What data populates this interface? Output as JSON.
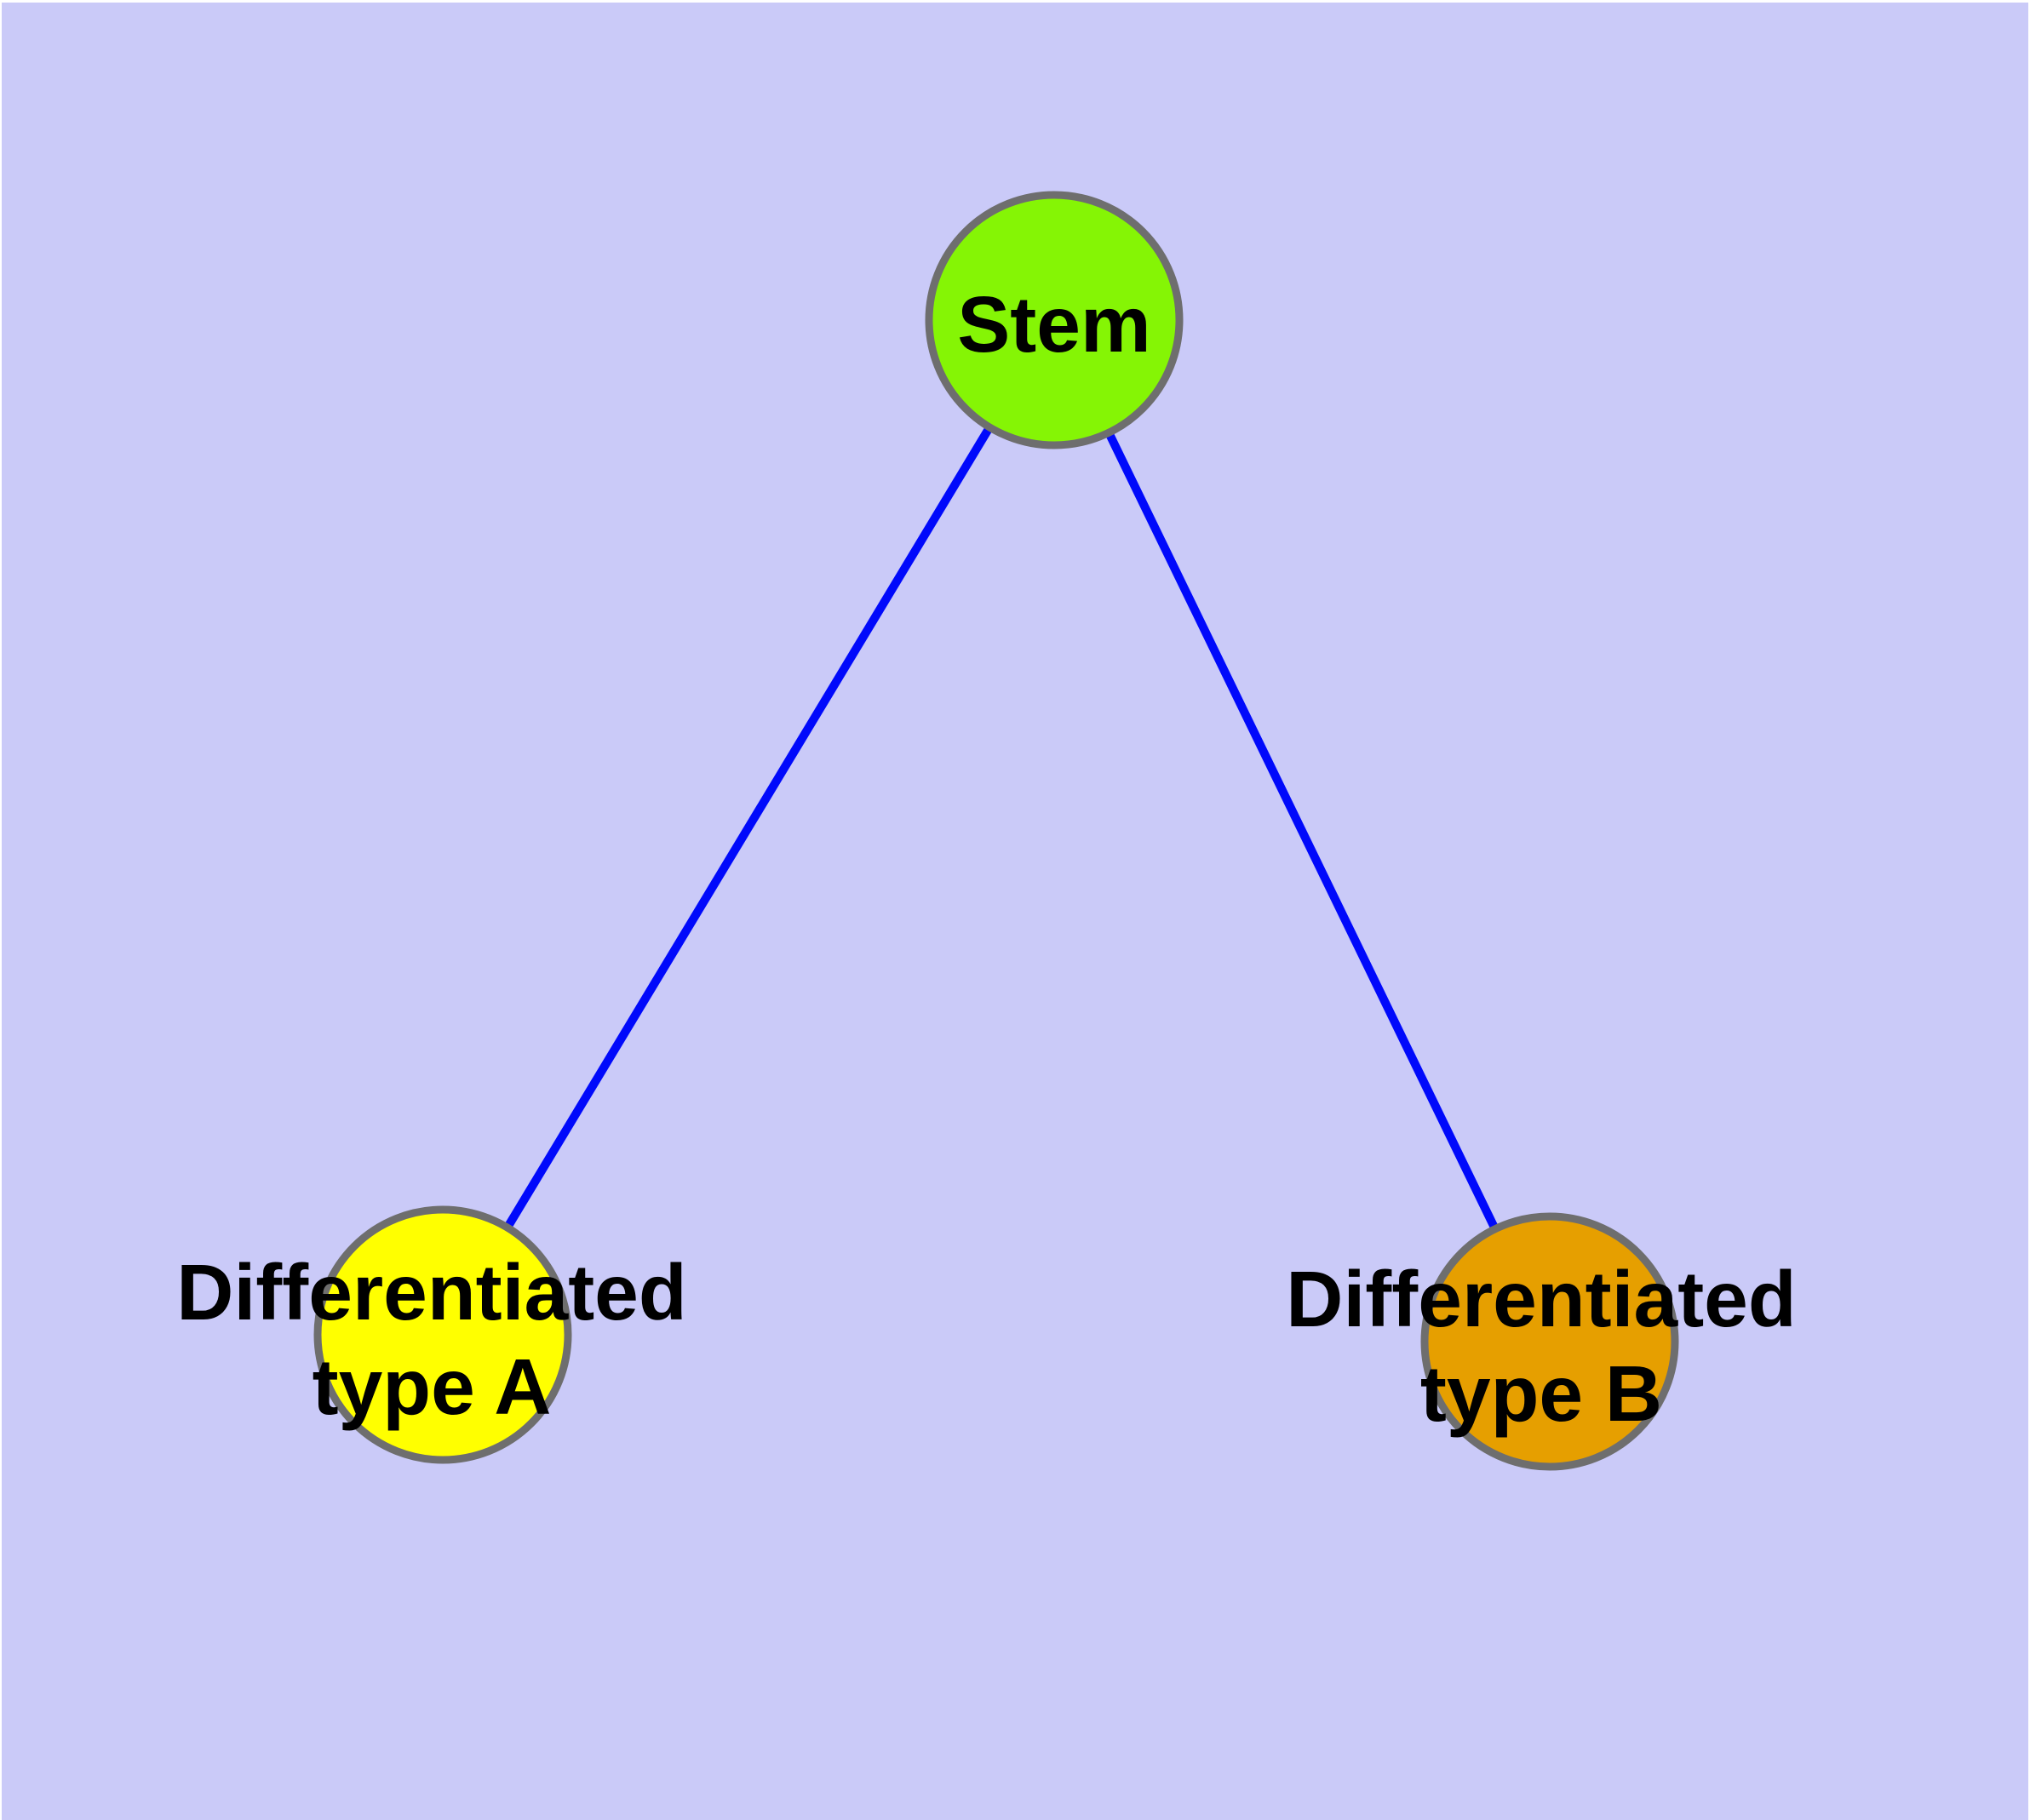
{
  "diagram": {
    "type": "graph",
    "description": "Cell differentiation hierarchy diagram: a Stem node connected by edges to two differentiated cell-type nodes",
    "background_color": "#CACAF8",
    "edge_color": "#0009FB",
    "node_border_color": "#6E6E6E",
    "label_color": "#000000",
    "nodes": {
      "stem": {
        "label": "Stem",
        "fill": "#85F505"
      },
      "type_a": {
        "label_line1": "Differentiated",
        "label_line2": "type A",
        "fill": "#FFFF00"
      },
      "type_b": {
        "label_line1": "Differentiated",
        "label_line2": "type B",
        "fill": "#E69F00"
      }
    },
    "edges": [
      {
        "from": "Stem",
        "to": "Differentiated type A"
      },
      {
        "from": "Stem",
        "to": "Differentiated type B"
      }
    ]
  }
}
